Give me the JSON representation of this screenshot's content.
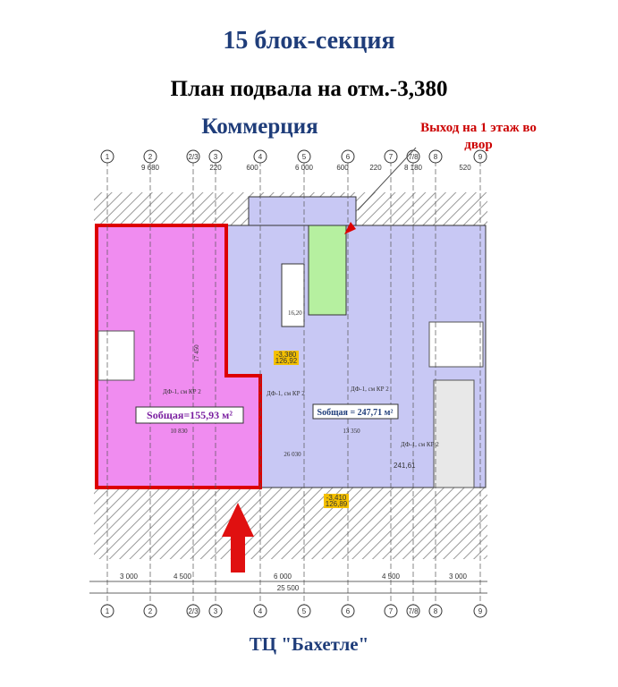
{
  "header": {
    "title": "15  блок-секция",
    "subtitle": "План подвала на отм.-3,380",
    "category": "Коммерция"
  },
  "annotation": {
    "exit": "Выход на 1 этаж во двор"
  },
  "plan": {
    "axes_top": [
      "1",
      "2",
      "2/3",
      "3",
      "4",
      "5",
      "6",
      "7",
      "7/8",
      "8",
      "9"
    ],
    "dims_top": [
      "9 680",
      "220",
      "600",
      "6 000",
      "600",
      "220",
      "8 180",
      "520"
    ],
    "dims_bottom": [
      "3 000",
      "4 500",
      "6 000",
      "4 500",
      "3 000"
    ],
    "dim_total": "25 500",
    "rooms": [
      {
        "label": "Sобщая=155,93 м²",
        "color": "#f08cf0"
      },
      {
        "label": "Sобщая = 247,71 м²",
        "color": "#c8c8f4"
      }
    ],
    "stair_color": "#b6f0a0",
    "levels": [
      {
        "mark": "-3,380",
        "value": "126,92"
      },
      {
        "mark": "-3,410",
        "value": "126,89"
      }
    ],
    "small_labels": [
      "ДФ-1, см КР 2",
      "241,61",
      "16,20",
      "17 450",
      "10 830",
      "13 350",
      "26 030"
    ],
    "arrow_color": "#e01010"
  },
  "footer": {
    "text": "ТЦ \"Бахетле\""
  }
}
